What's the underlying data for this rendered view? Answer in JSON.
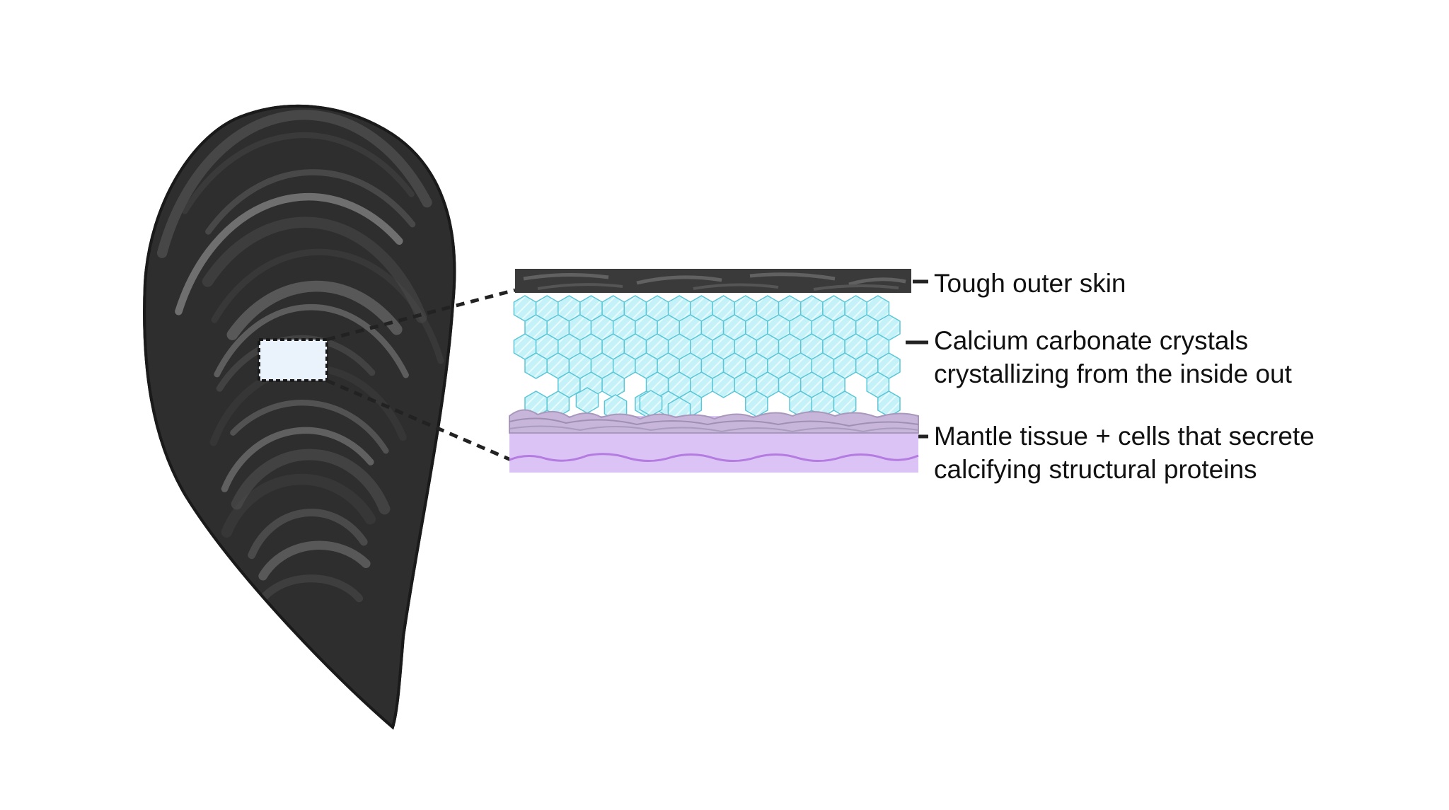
{
  "labels": {
    "outer_skin": [
      "Tough outer skin"
    ],
    "crystals": [
      "Calcium carbonate crystals",
      "crystallizing from the inside out"
    ],
    "mantle": [
      "Mantle tissue + cells that secrete",
      "calcifying structural proteins"
    ]
  },
  "colors": {
    "shell_dark": "#2b2b2b",
    "shell_mid": "#4a4a4a",
    "shell_light": "#777777",
    "crystal_fill": "#bdf0f7",
    "crystal_stroke": "#5cc6d6",
    "mantle_fill": "#dcc3f5",
    "mantle_line": "#b47be0",
    "mantle_top": "#b9a9cc",
    "inset_box": "#eaf2fb"
  }
}
